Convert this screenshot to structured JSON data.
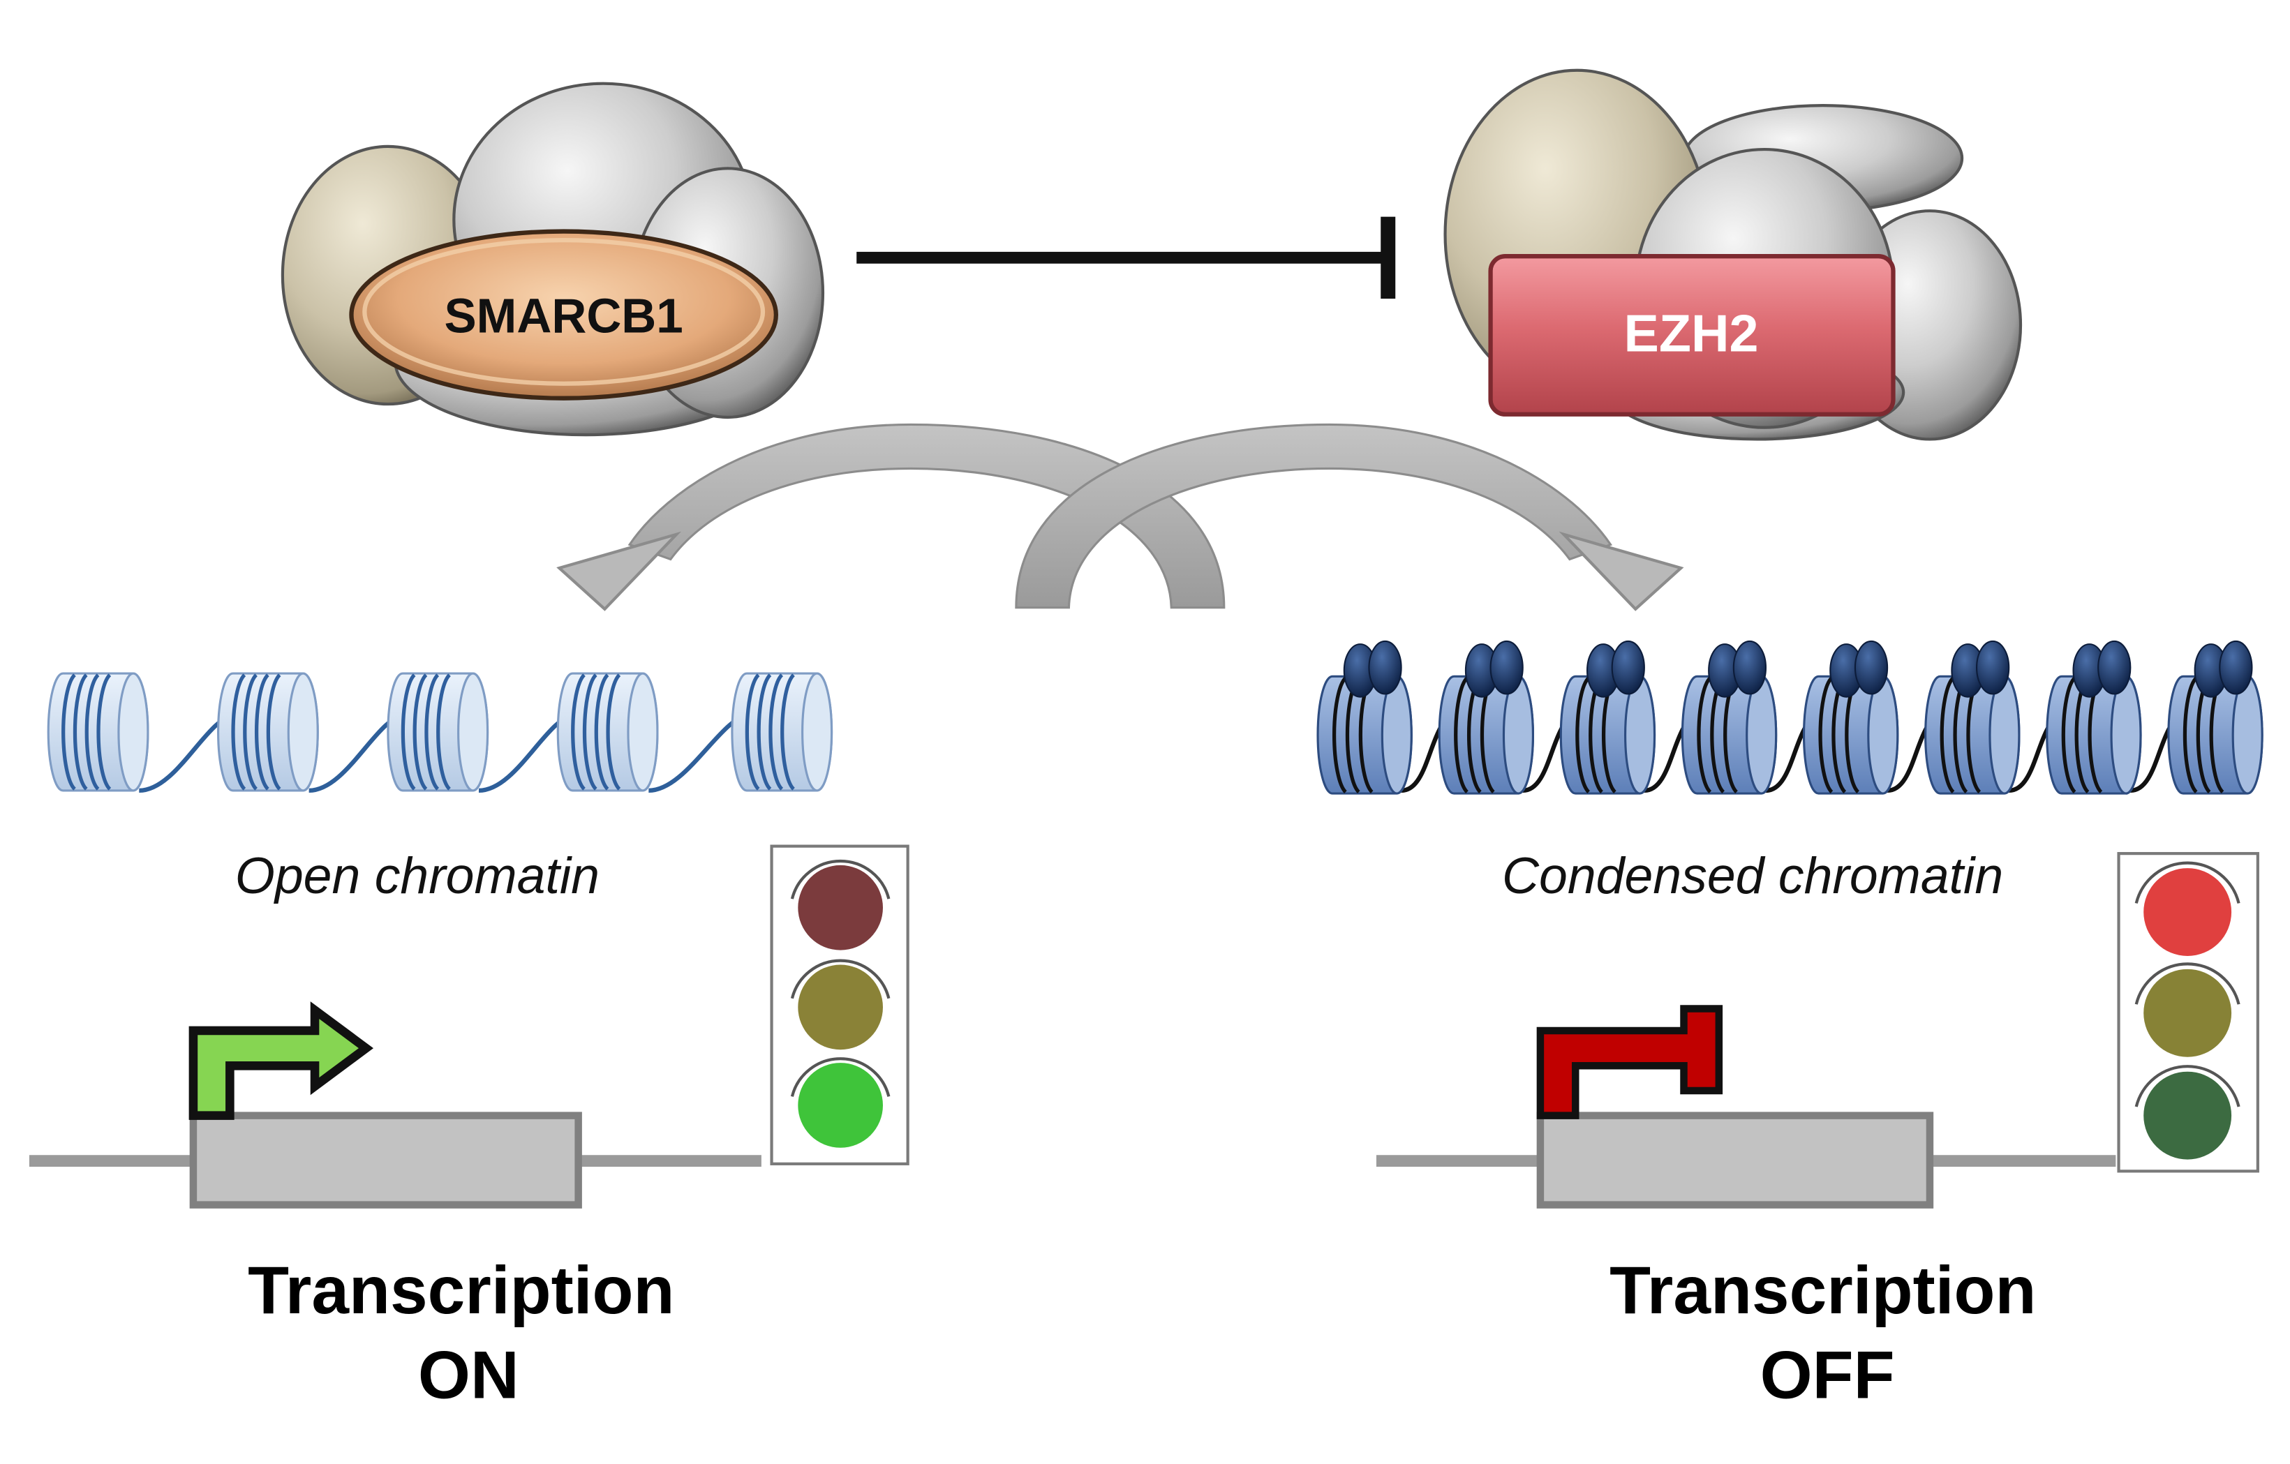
{
  "complexes": {
    "left": {
      "label": "SMARCB1",
      "color": "#e4a97a"
    },
    "right": {
      "label": "EZH2",
      "color": "#dc6a71"
    }
  },
  "chromatin": {
    "open_label": "Open chromatin",
    "condensed_label": "Condensed chromatin"
  },
  "transcription": {
    "on": {
      "line1": "Transcription",
      "line2": "ON"
    },
    "off": {
      "line1": "Transcription",
      "line2": "OFF"
    }
  },
  "traffic_lights": {
    "left": {
      "top": "#7b3b3d",
      "middle": "#8a8237",
      "bottom": "#3fc43a"
    },
    "right": {
      "top": "#e0403f",
      "middle": "#878236",
      "bottom": "#3c6b41"
    }
  },
  "promoter_arrows": {
    "on": "#86d552",
    "off": "#c00000"
  }
}
